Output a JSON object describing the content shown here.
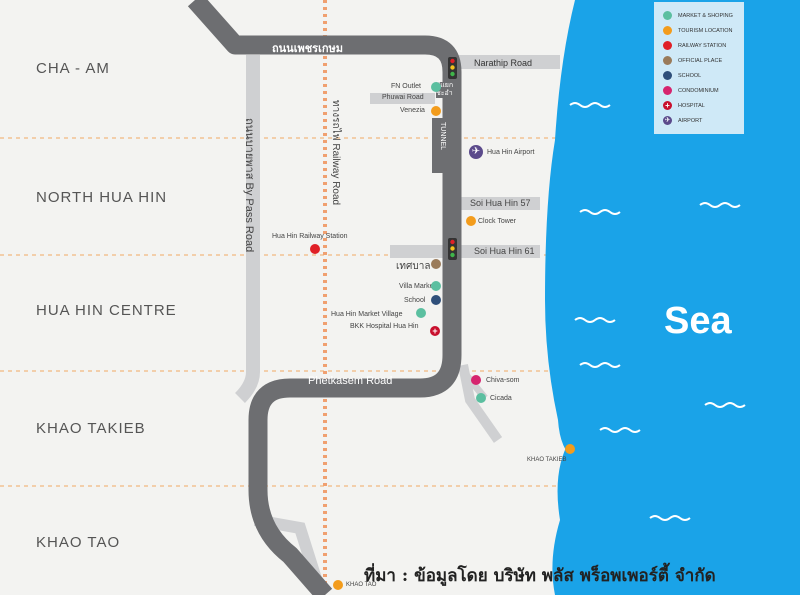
{
  "colors": {
    "sea": "#1aa3e8",
    "road": "#6d6e71",
    "bypass": "#cfd0d2",
    "railway": "#f0a070",
    "zone_line": "#f2b880",
    "market_shopping": "#5bbfa0",
    "tourism_location": "#f39c1c",
    "railway_station": "#e02027",
    "official_place": "#9a7b5a",
    "school": "#2f4f7a",
    "condominium": "#d6246e",
    "hospital": "#c8102e",
    "airport": "#5b4a8b",
    "legend_bg": "#cfe9f7"
  },
  "legend": [
    {
      "label": "MARKET & SHOPING",
      "icon": "circle",
      "color_key": "market_shopping"
    },
    {
      "label": "TOURISM LOCATION",
      "icon": "circle",
      "color_key": "tourism_location"
    },
    {
      "label": "RAILWAY STATION",
      "icon": "circle",
      "color_key": "railway_station"
    },
    {
      "label": "OFFICIAL PLACE",
      "icon": "circle",
      "color_key": "official_place"
    },
    {
      "label": "SCHOOL",
      "icon": "circle",
      "color_key": "school"
    },
    {
      "label": "CONDOMINIUM",
      "icon": "circle",
      "color_key": "condominium"
    },
    {
      "label": "HOSPITAL",
      "icon": "hospital-cross-icon",
      "color_key": "hospital"
    },
    {
      "label": "AIRPORT",
      "icon": "airplane-icon",
      "color_key": "airport"
    }
  ],
  "zones": [
    "CHA - AM",
    "NORTH HUA HIN",
    "HUA HIN CENTRE",
    "KHAO TAKIEB",
    "KHAO TAO"
  ],
  "roads": {
    "phetkasem_top": "ถนนเพชรเกษม",
    "phetkasem_bottom": "Phetkasem Road",
    "bypass": "ถนนบายพาส  By Pass Road",
    "railway": "ทางรถไฟ  Railway Road",
    "narathip": "Narathip Road",
    "phuwai": "Phuwai Road",
    "soi57": "Soi Hua Hin 57",
    "soi61": "Soi Hua Hin 61",
    "tunnel": "TUNNEL",
    "intersection": "สี่แยก\nชะอำ"
  },
  "places": {
    "fn_outlet": "FN Outlet",
    "venezia": "Venezia",
    "airport": "Hua Hin Airport",
    "clock_tower": "Clock Tower",
    "railway_station": "Hua Hin Railway Station",
    "municipality": "เทศบาล",
    "villa_market": "Villa Market",
    "school": "School",
    "market_village": "Hua Hin Market Village",
    "bkk_hospital": "BKK Hospital Hua Hin",
    "chiva_som": "Chiva-som",
    "cicada": "Cicada",
    "khao_takieb": "KHAO  TAKIEB",
    "khao_tao": "KHAO  TAO"
  },
  "sea_label": "Sea",
  "credit": "ที่มา : ข้อมูลโดย บริษัท พลัส พร็อพเพอร์ตี้ จำกัด"
}
